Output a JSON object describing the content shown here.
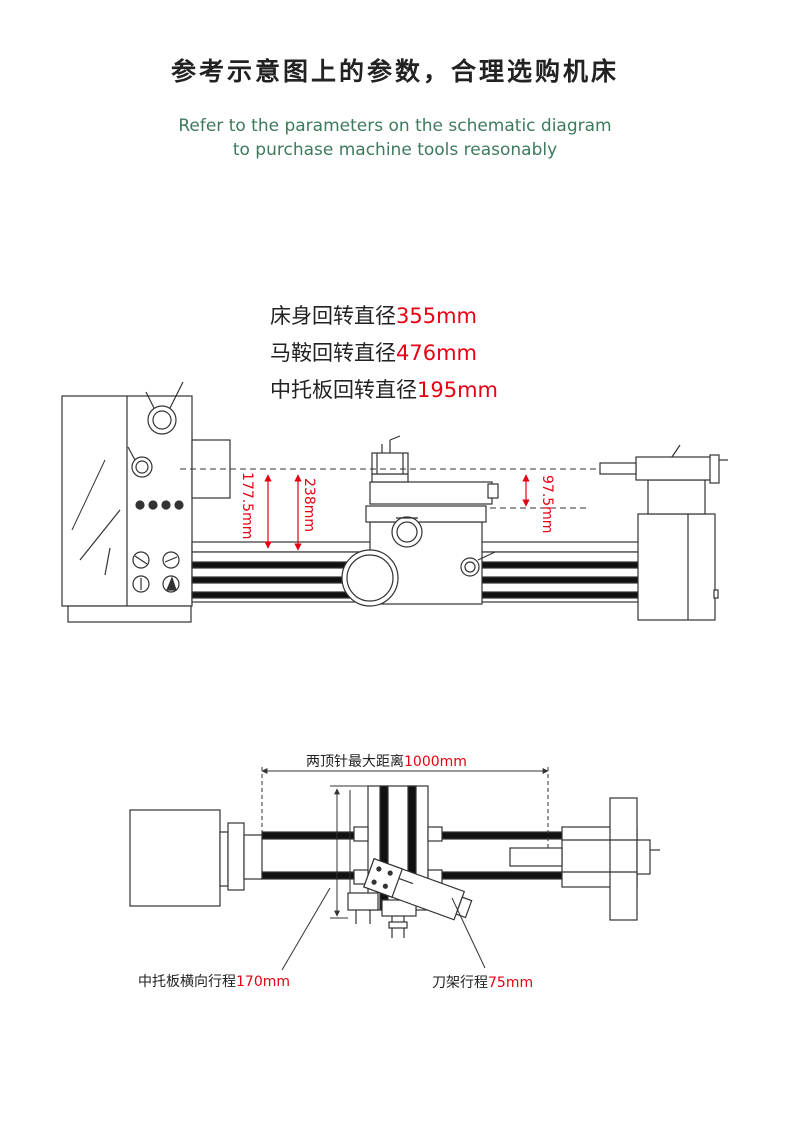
{
  "header": {
    "title_zh": "参考示意图上的参数，合理选购机床",
    "subtitle_en_line1": "Refer to the parameters on the schematic diagram",
    "subtitle_en_line2": "to purchase machine tools reasonably"
  },
  "specs": [
    {
      "label": "床身回转直径",
      "value": "355mm"
    },
    {
      "label": "马鞍回转直径",
      "value": "476mm"
    },
    {
      "label": "中托板回转直径",
      "value": "195mm"
    }
  ],
  "side_view": {
    "dim_177": "177.5mm",
    "dim_238": "238mm",
    "dim_97": "97.5mm"
  },
  "top_view": {
    "centers_label": "两顶针最大距离",
    "centers_value": "1000mm",
    "cross_label": "中托板横向行程",
    "cross_value": "170mm",
    "tool_label": "刀架行程",
    "tool_value": "75mm"
  },
  "colors": {
    "accent_red": "#e60012",
    "subtitle_green": "#3d7a5c",
    "line": "#333333"
  }
}
